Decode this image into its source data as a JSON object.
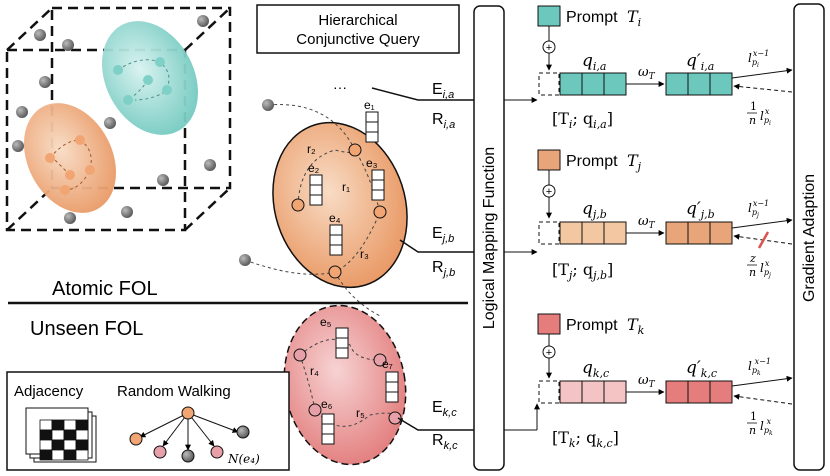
{
  "title": {
    "line1": "Hierarchical",
    "line2": "Conjunctive Query"
  },
  "ellipsis": "···",
  "section": {
    "atomic": "Atomic FOL",
    "unseen": "Unseen FOL"
  },
  "legend": {
    "adjacency": "Adjacency",
    "random_walking": "Random Walking",
    "neighbor": "N(e₄)"
  },
  "entities": {
    "e1": "e₁",
    "e2": "e₂",
    "e3": "e₃",
    "e4": "e₄",
    "e5": "e₅",
    "e6": "e₆",
    "e7": "e₇"
  },
  "relations": {
    "r1": "r₁",
    "r2": "r₂",
    "r3": "r₃",
    "r4": "r₄",
    "r5": "r₅"
  },
  "edges": [
    {
      "E": "E",
      "Esub": "i,a",
      "R": "R",
      "Rsub": "i,a"
    },
    {
      "E": "E",
      "Esub": "j,b",
      "R": "R",
      "Rsub": "j,b"
    },
    {
      "E": "E",
      "Esub": "k,c",
      "R": "R",
      "Rsub": "k,c"
    }
  ],
  "mapping_label": "Logical Mapping Function",
  "adaption_label": "Gradient Adaption",
  "rows": [
    {
      "prompt": "Prompt",
      "T": "T",
      "Tsub": "i",
      "q": "q",
      "qsub": "i,a",
      "qp": "q′",
      "qpsub": "i,a",
      "concat": "[T",
      "concat_sub": "i",
      "concat_q": "; q",
      "concat_qsub": "i,a",
      "concat_end": "]",
      "omega": "ω",
      "omega_sub": "T",
      "l_top": "l",
      "l_top_sub": "p",
      "l_top_subsub": "i",
      "l_top_sup": "x−1",
      "frac_num": "1",
      "frac_den": "n",
      "l_bot": "l",
      "l_bot_sub": "p",
      "l_bot_subsub": "i",
      "l_bot_sup": "x"
    },
    {
      "prompt": "Prompt",
      "T": "T",
      "Tsub": "j",
      "q": "q",
      "qsub": "j,b",
      "qp": "q′",
      "qpsub": "j,b",
      "concat": "[T",
      "concat_sub": "j",
      "concat_q": "; q",
      "concat_qsub": "j,b",
      "concat_end": "]",
      "omega": "ω",
      "omega_sub": "T",
      "l_top": "l",
      "l_top_sub": "p",
      "l_top_subsub": "j",
      "l_top_sup": "x−1",
      "frac_num": "z",
      "frac_den": "n",
      "l_bot": "l",
      "l_bot_sub": "p",
      "l_bot_subsub": "j",
      "l_bot_sup": "x"
    },
    {
      "prompt": "Prompt",
      "T": "T",
      "Tsub": "k",
      "q": "q",
      "qsub": "k,c",
      "qp": "q′",
      "qpsub": "k,c",
      "concat": "[T",
      "concat_sub": "k",
      "concat_q": "; q",
      "concat_qsub": "k,c",
      "concat_end": "]",
      "omega": "ω",
      "omega_sub": "T",
      "l_top": "l",
      "l_top_sub": "p",
      "l_top_subsub": "k",
      "l_top_sup": "x−1",
      "frac_num": "1",
      "frac_den": "n",
      "l_bot": "l",
      "l_bot_sub": "p",
      "l_bot_subsub": "k",
      "l_bot_sup": "x"
    }
  ],
  "colors": {
    "teal": "#6cc7bd",
    "teal_light": "#b9e4df",
    "teal_edge": "#3a9c92",
    "orange": "#e89560",
    "orange_light": "#f3c7a2",
    "orange_edge": "#c06a33",
    "red": "#e57d7d",
    "red_light": "#f4c4c4",
    "red_edge": "#b84b4b",
    "node_gray": "#777777",
    "pink_node": "#e7a0a8"
  }
}
